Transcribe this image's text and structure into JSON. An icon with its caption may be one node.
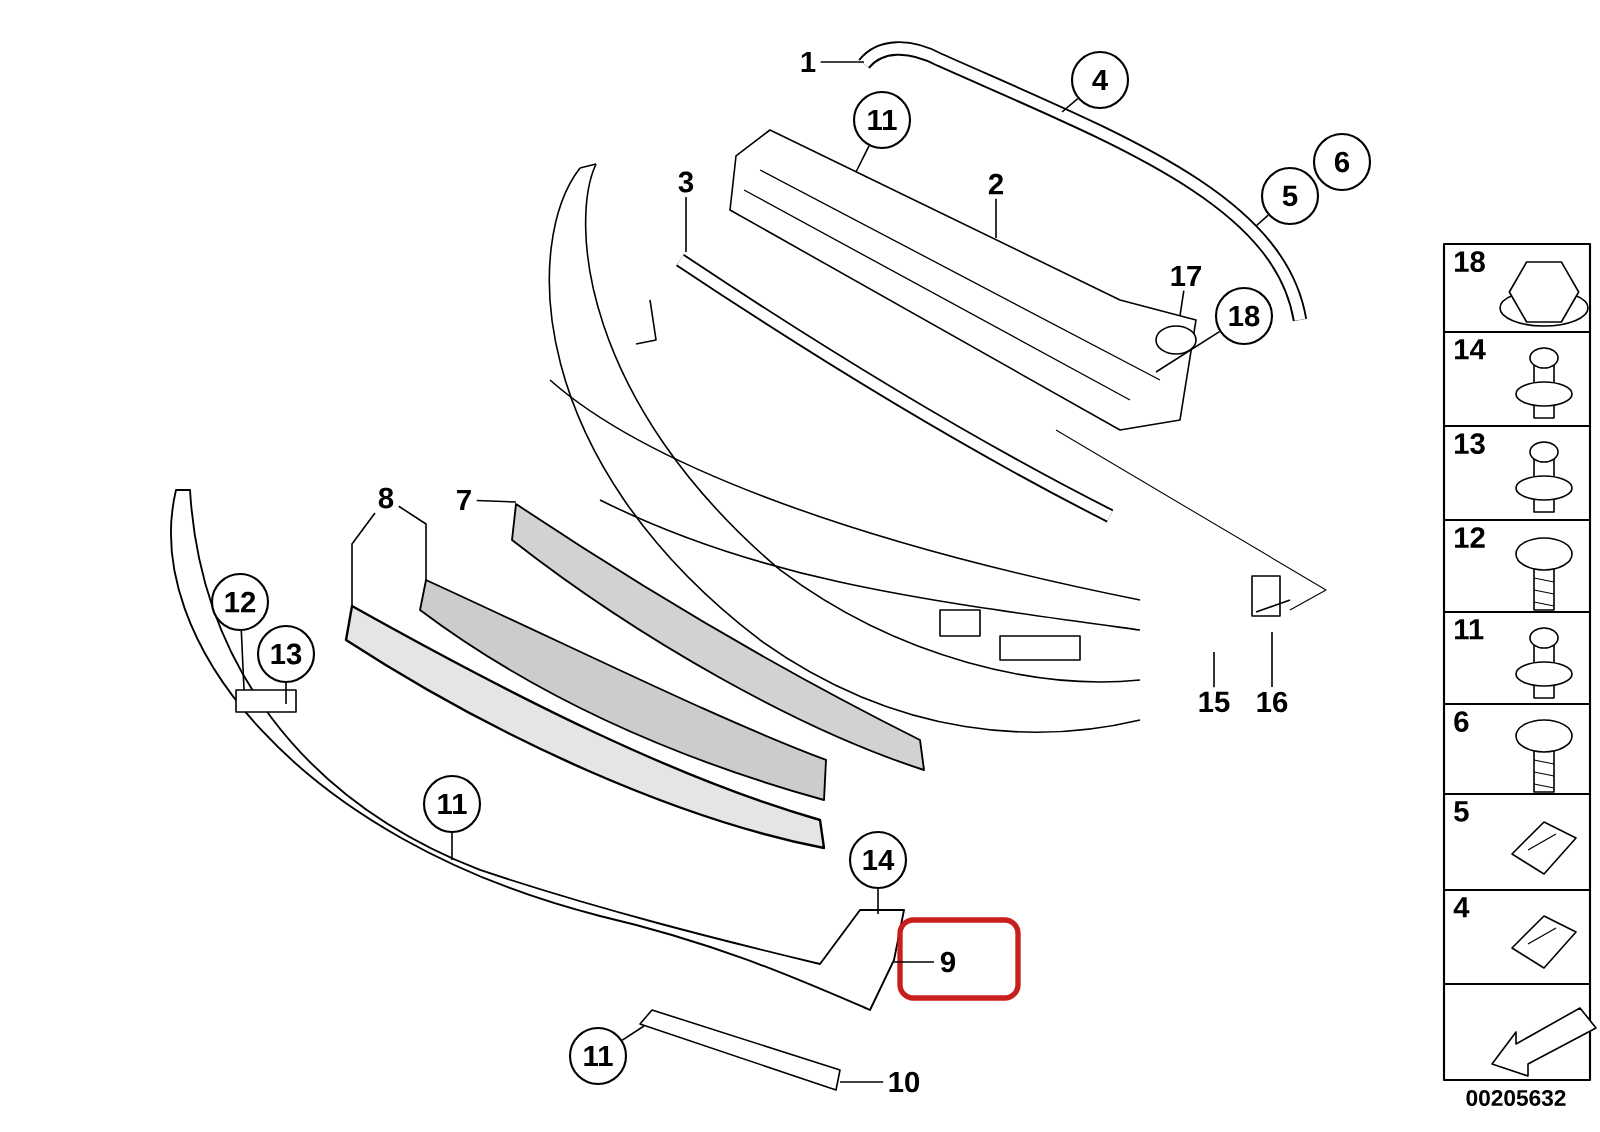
{
  "diagram": {
    "nodes": [
      {
        "text": [
          "1"
        ]
      },
      {
        "text": [
          "4"
        ]
      },
      {
        "text": [
          "11"
        ]
      },
      {
        "text": [
          "3"
        ]
      },
      {
        "text": [
          "2"
        ]
      },
      {
        "text": [
          "6"
        ]
      },
      {
        "text": [
          "5"
        ]
      },
      {
        "text": [
          "17"
        ]
      },
      {
        "text": [
          "18"
        ]
      },
      {
        "text": [
          "8"
        ]
      },
      {
        "text": [
          "7"
        ]
      },
      {
        "text": [
          "12"
        ]
      },
      {
        "text": [
          "13"
        ]
      },
      {
        "text": [
          "15"
        ]
      },
      {
        "text": [
          "16"
        ]
      },
      {
        "text": [
          "11"
        ]
      },
      {
        "text": [
          "14"
        ]
      },
      {
        "text": [
          "9"
        ]
      },
      {
        "text": [
          "11"
        ]
      },
      {
        "text": [
          "10"
        ]
      },
      {
        "text": [
          "18"
        ]
      },
      {
        "text": [
          "14"
        ]
      },
      {
        "text": [
          "13"
        ]
      },
      {
        "text": [
          "12"
        ]
      },
      {
        "text": [
          "11"
        ]
      },
      {
        "text": [
          "6"
        ]
      },
      {
        "text": [
          "5"
        ]
      },
      {
        "text": [
          "4"
        ]
      },
      {
        "text": [],
        "shape": "box"
      }
    ],
    "edges": [
      {
        "from": 0,
        "to": null,
        "arrow": "none"
      },
      {
        "from": 1,
        "to": null,
        "arrow": "none"
      },
      {
        "from": 2,
        "to": null,
        "arrow": "none"
      },
      {
        "from": 3,
        "to": null,
        "arrow": "none"
      },
      {
        "from": 4,
        "to": null,
        "arrow": "none"
      },
      {
        "from": 6,
        "to": null,
        "arrow": "none"
      },
      {
        "from": 7,
        "to": null,
        "arrow": "none"
      },
      {
        "from": 8,
        "to": null,
        "arrow": "none"
      },
      {
        "from": 9,
        "to": null,
        "arrow": "none"
      },
      {
        "from": 9,
        "to": null,
        "arrow": "none"
      },
      {
        "from": 10,
        "to": null,
        "arrow": "none"
      },
      {
        "from": 11,
        "to": null,
        "arrow": "none"
      },
      {
        "from": 12,
        "to": null,
        "arrow": "none"
      },
      {
        "from": 13,
        "to": null,
        "arrow": "none"
      },
      {
        "from": 14,
        "to": null,
        "arrow": "none"
      },
      {
        "from": 15,
        "to": null,
        "arrow": "none"
      },
      {
        "from": 16,
        "to": null,
        "arrow": "none"
      },
      {
        "from": 17,
        "to": null,
        "arrow": "none"
      },
      {
        "from": 18,
        "to": null,
        "arrow": "none"
      },
      {
        "from": 19,
        "to": null,
        "arrow": "none"
      }
    ],
    "labels": [
      "00205632"
    ]
  }
}
